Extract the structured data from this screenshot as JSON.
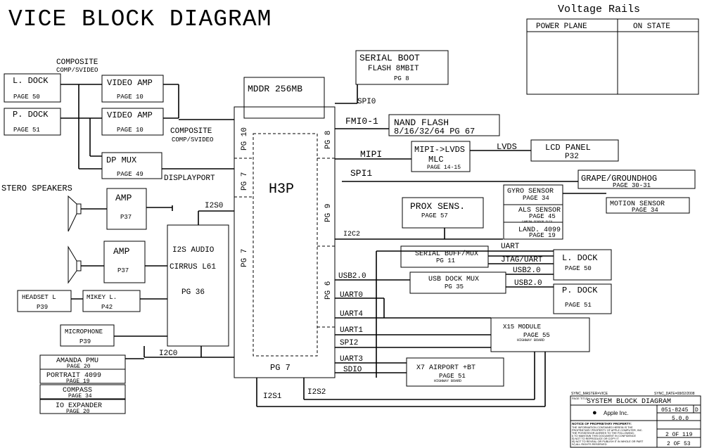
{
  "title": "VICE BLOCK DIAGRAM",
  "voltage_rails": {
    "title": "Voltage Rails",
    "col_power_plane": "POWER PLANE",
    "col_on_state": "ON STATE"
  },
  "blocks": {
    "composite_top": {
      "line1": "COMPOSITE",
      "line2": "COMP/SVIDEO"
    },
    "l_dock_left": {
      "name": "L. DOCK",
      "page": "PAGE 50"
    },
    "p_dock_left": {
      "name": "P. DOCK",
      "page": "PAGE 51"
    },
    "video_amp_1": {
      "name": "VIDEO AMP",
      "page": "PAGE 10"
    },
    "video_amp_2": {
      "name": "VIDEO AMP",
      "page": "PAGE 10"
    },
    "dp_mux": {
      "name": "DP MUX",
      "page": "PAGE 49"
    },
    "stereo_speakers": "STERO SPEAKERS",
    "amp_1": {
      "name": "AMP",
      "page": "P37"
    },
    "amp_2": {
      "name": "AMP",
      "page": "P37"
    },
    "i2s_audio": {
      "line1": "I2S AUDIO",
      "line2": "CIRRUS L61",
      "page": "PG 36"
    },
    "headset": {
      "name": "HEADSET L",
      "page": "P39"
    },
    "mikey": {
      "name": "MIKEY L.",
      "page": "P42"
    },
    "microphone": {
      "name": "MICROPHONE",
      "page": "P39"
    },
    "amanda_pmu": {
      "name": "AMANDA PMU",
      "page": "PAGE 20"
    },
    "portrait": {
      "name": "PORTRAIT 4099",
      "page": "PAGE 19"
    },
    "compass": {
      "name": "COMPASS",
      "page": "PAGE 34"
    },
    "io_expander": {
      "name": "IO EXPANDER",
      "page": "PAGE 20"
    },
    "mddr": "MDDR 256MB",
    "h3p": "H3P",
    "serial_boot": {
      "line1": "SERIAL BOOT",
      "line2": "FLASH 8MBIT",
      "page": "PG 8"
    },
    "nand_flash": {
      "line1": "NAND FLASH",
      "line2": "8/16/32/64  PG 67"
    },
    "mipi_lvds": {
      "line1": "MIPI->LVDS",
      "line2": "MLC",
      "page": "PAGE 14-15"
    },
    "lcd_panel": {
      "name": "LCD PANEL",
      "page": "P32"
    },
    "grape": {
      "name": "GRAPE/GROUNDHOG",
      "page": "PAGE 30-31"
    },
    "gyro": {
      "name": "GYRO SENSOR",
      "page": "PAGE 34"
    },
    "motion": {
      "name": "MOTION SENSOR",
      "page": "PAGE 34"
    },
    "als": {
      "name": "ALS SENSOR",
      "page": "PAGE 45",
      "note": "CAMERA SENSOR FLEX"
    },
    "land": {
      "name": "LAND. 4099",
      "page": "PAGE 19"
    },
    "prox": {
      "name": "PROX SENS.",
      "page": "PAGE 57"
    },
    "serial_buff": {
      "name": "SERIAL BUFF/MUX",
      "page": "PG 11"
    },
    "usb_dock_mux": {
      "name": "USB DOCK MUX",
      "page": "PG 35"
    },
    "l_dock_right": {
      "name": "L. DOCK",
      "page": "PAGE 50"
    },
    "p_dock_right": {
      "name": "P. DOCK",
      "page": "PAGE 51"
    },
    "x15": {
      "name": "X15 MODULE",
      "page": "PAGE 55",
      "note": "HIGHWAY BOARD"
    },
    "x7": {
      "name": "X7 AIRPORT +BT",
      "page": "PAGE 51",
      "note": "HIGHWAY BOARD"
    }
  },
  "h3p_pages": {
    "pg10": "PG 10",
    "pg7a": "PG 7",
    "pg7b": "PG 7",
    "pg7c": "PG 7",
    "pg8": "PG 8",
    "pg9": "PG 9",
    "pg6": "PG 6"
  },
  "signals": {
    "spi0": "SPI0",
    "fmi": "FMI0-1",
    "mipi": "MIPI",
    "lvds": "LVDS",
    "spi1": "SPI1",
    "i2c2": "I2C2",
    "uart_top": "UART",
    "jtag_uart": "JTAG/UART",
    "usb20_a": "USB2.0",
    "usb20_b": "USB2.0",
    "usb20_left": "USB2.0",
    "uart0": "UART0",
    "uart4": "UART4",
    "uart1": "UART1",
    "spi2": "SPI2",
    "uart3": "UART3",
    "sdio": "SDIO",
    "i2s0": "I2S0",
    "i2c0": "I2C0",
    "i2s1": "I2S1",
    "i2s2": "I2S2",
    "composite_mid_1": "COMPOSITE",
    "composite_mid_2": "COMP/SVIDEO",
    "displayport": "DISPLAYPORT"
  },
  "title_block": {
    "top_left": "SYNC_MASTER=VICE",
    "top_right": "SYNC_DATE=08/02/2008",
    "page_title_label": "PAGE TITLE",
    "page_title": "SYSTEM BLOCK DIAGRAM",
    "company": "Apple Inc.",
    "dwg_no": "051-8245",
    "rev": "D",
    "version": "5.0.0",
    "sheet_a": "2 OF 119",
    "sheet_b": "2 OF 53",
    "notice_title": "NOTICE OF PROPRIETARY PROPERTY:",
    "notice_lines": [
      "THE INFORMATION CONTAINED HEREIN IS THE",
      "PROPRIETARY PROPERTY OF APPLE COMPUTER, INC.",
      "THE POSSESSOR AGREES TO THE FOLLOWING:",
      "I) TO MAINTAIN THIS DOCUMENT IN CONFIDENCE",
      "II) NOT TO REPRODUCE OR COPY IT",
      "III) NOT TO REVEAL OR PUBLISH IT IN WHOLE OR PART",
      "IV) ALL RIGHTS RESERVED"
    ]
  }
}
